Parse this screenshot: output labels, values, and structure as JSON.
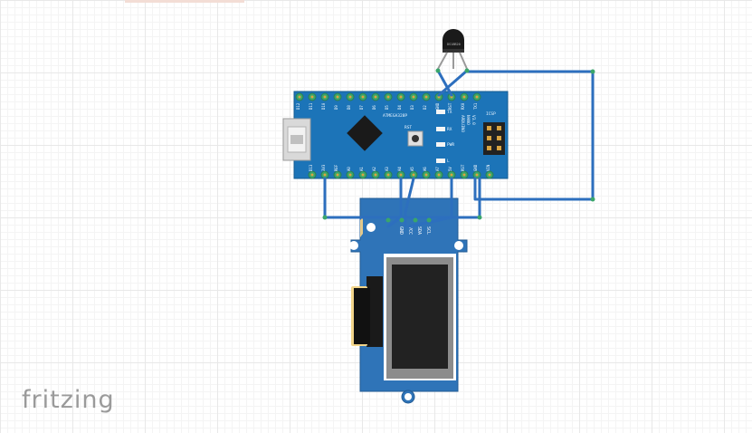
{
  "app": {
    "logo_text": "fritzing"
  },
  "arduino": {
    "board_name": "ARDUINO",
    "board_model": "NANO",
    "board_version": "V3.0",
    "top_pins": [
      "D12",
      "D11",
      "D10",
      "D9",
      "D8",
      "D7",
      "D6",
      "D5",
      "D4",
      "D3",
      "D2",
      "GND",
      "RST",
      "RX0",
      "TX1"
    ],
    "bottom_pins": [
      "D13",
      "3V3",
      "REF",
      "A0",
      "A1",
      "A2",
      "A3",
      "A4",
      "A5",
      "A6",
      "A7",
      "5V",
      "RST",
      "GND",
      "VIN"
    ],
    "chip_label": "ATMEGA328P",
    "reset_label": "RST",
    "led_labels": [
      "TX",
      "RX",
      "PWR",
      "L"
    ],
    "icsp_label": "ICSP"
  },
  "oled": {
    "pin_labels": [
      "SCL",
      "SDA",
      "VCC",
      "GND"
    ]
  },
  "sensor": {
    "part_label": "DS18B20"
  },
  "colors": {
    "wire": "#2d6fbe",
    "board": "#1c74b8",
    "oled_pcb": "#2f74b8",
    "pin_green": "#3aa66b",
    "pin_gold": "#d9a441"
  }
}
